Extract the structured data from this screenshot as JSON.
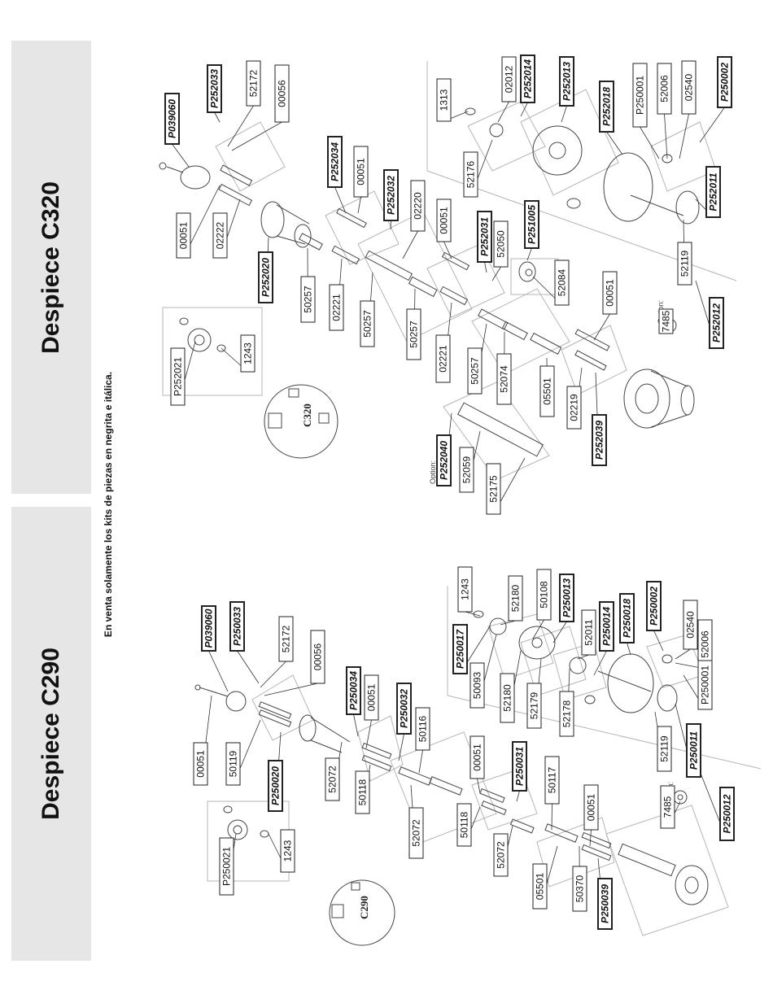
{
  "banners": {
    "c320": "Despiece C320",
    "c290": "Despiece C290"
  },
  "note": "En venta solamente los kits de piezas en negrita e itálica.",
  "hubs": {
    "c320": "C320",
    "c290": "C290"
  },
  "option_label": "Option:",
  "labels": [
    {
      "t": "P039060",
      "k": true
    },
    {
      "t": "P252033",
      "k": true
    },
    {
      "t": "52172"
    },
    {
      "t": "00056"
    },
    {
      "t": "00051"
    },
    {
      "t": "02222"
    },
    {
      "t": "P252034",
      "k": true
    },
    {
      "t": "00051"
    },
    {
      "t": "P252032",
      "k": true
    },
    {
      "t": "02220"
    },
    {
      "t": "P252020",
      "k": true
    },
    {
      "t": "50257"
    },
    {
      "t": "02221"
    },
    {
      "t": "50257"
    },
    {
      "t": "50257"
    },
    {
      "t": "00051"
    },
    {
      "t": "P252031",
      "k": true
    },
    {
      "t": "52050"
    },
    {
      "t": "02221"
    },
    {
      "t": "P252021"
    },
    {
      "t": "1243"
    },
    {
      "t": "1313"
    },
    {
      "t": "02012"
    },
    {
      "t": "P252014",
      "k": true
    },
    {
      "t": "52176"
    },
    {
      "t": "P252013",
      "k": true
    },
    {
      "t": "P252018",
      "k": true
    },
    {
      "t": "P250001"
    },
    {
      "t": "52006"
    },
    {
      "t": "02540"
    },
    {
      "t": "P250002",
      "k": true
    },
    {
      "t": "P252011",
      "k": true
    },
    {
      "t": "P251005",
      "k": true
    },
    {
      "t": "52084"
    },
    {
      "t": "52119"
    },
    {
      "t": "00051"
    },
    {
      "t": "7485"
    },
    {
      "t": "P252012",
      "k": true
    },
    {
      "t": "50257"
    },
    {
      "t": "52074"
    },
    {
      "t": "05501"
    },
    {
      "t": "02219"
    },
    {
      "t": "P252039",
      "k": true
    },
    {
      "t": "P252040",
      "k": true
    },
    {
      "t": "52059"
    },
    {
      "t": "52175"
    },
    {
      "t": "P039060",
      "k": true
    },
    {
      "t": "P250033",
      "k": true
    },
    {
      "t": "52172"
    },
    {
      "t": "00056"
    },
    {
      "t": "00051"
    },
    {
      "t": "50119"
    },
    {
      "t": "P250020",
      "k": true
    },
    {
      "t": "P250034",
      "k": true
    },
    {
      "t": "00051"
    },
    {
      "t": "52072"
    },
    {
      "t": "50118"
    },
    {
      "t": "P250032",
      "k": true
    },
    {
      "t": "50116"
    },
    {
      "t": "52072"
    },
    {
      "t": "00051"
    },
    {
      "t": "50118"
    },
    {
      "t": "P250031",
      "k": true
    },
    {
      "t": "52072"
    },
    {
      "t": "50117"
    },
    {
      "t": "00051"
    },
    {
      "t": "05501"
    },
    {
      "t": "50370"
    },
    {
      "t": "P250039",
      "k": true
    },
    {
      "t": "P250021"
    },
    {
      "t": "1243"
    },
    {
      "t": "1243"
    },
    {
      "t": "52180"
    },
    {
      "t": "50108"
    },
    {
      "t": "P250013",
      "k": true
    },
    {
      "t": "P250017",
      "k": true
    },
    {
      "t": "50093"
    },
    {
      "t": "52180"
    },
    {
      "t": "52179"
    },
    {
      "t": "52011"
    },
    {
      "t": "P250014",
      "k": true
    },
    {
      "t": "52178"
    },
    {
      "t": "P250018",
      "k": true
    },
    {
      "t": "P250002",
      "k": true
    },
    {
      "t": "02540"
    },
    {
      "t": "52006"
    },
    {
      "t": "P250001"
    },
    {
      "t": "52119"
    },
    {
      "t": "P250011",
      "k": true
    },
    {
      "t": "7485"
    },
    {
      "t": "P250012",
      "k": true
    }
  ]
}
